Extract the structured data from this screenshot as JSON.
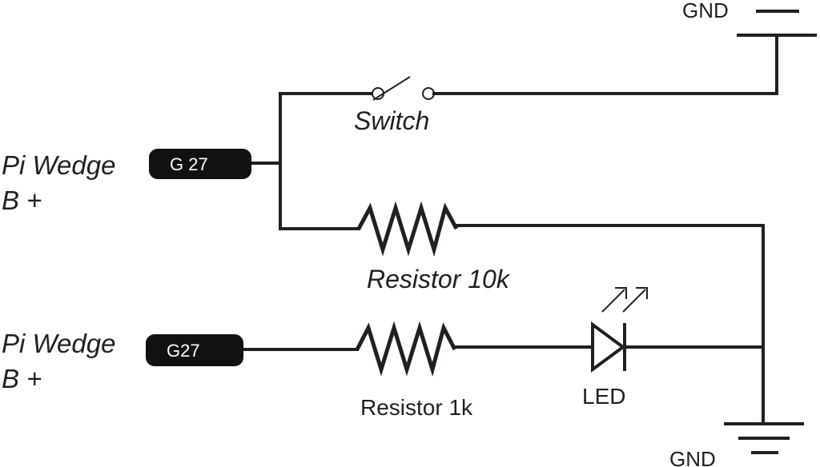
{
  "labels": {
    "gnd_top": "GND",
    "gnd_bottom": "GND",
    "switch": "Switch",
    "resistor_10k": "Resistor 10k",
    "resistor_1k": "Resistor  1k",
    "led": "LED",
    "pi_top_line1": "Pi Wedge",
    "pi_top_line2": "B +",
    "pi_bottom_line1": "Pi Wedge",
    "pi_bottom_line2": "B +"
  },
  "pins": {
    "top": "G 27",
    "bottom": "G27"
  },
  "colors": {
    "ink": "#231f20",
    "pin_fill": "#111111",
    "pin_text": "#ffffff"
  }
}
